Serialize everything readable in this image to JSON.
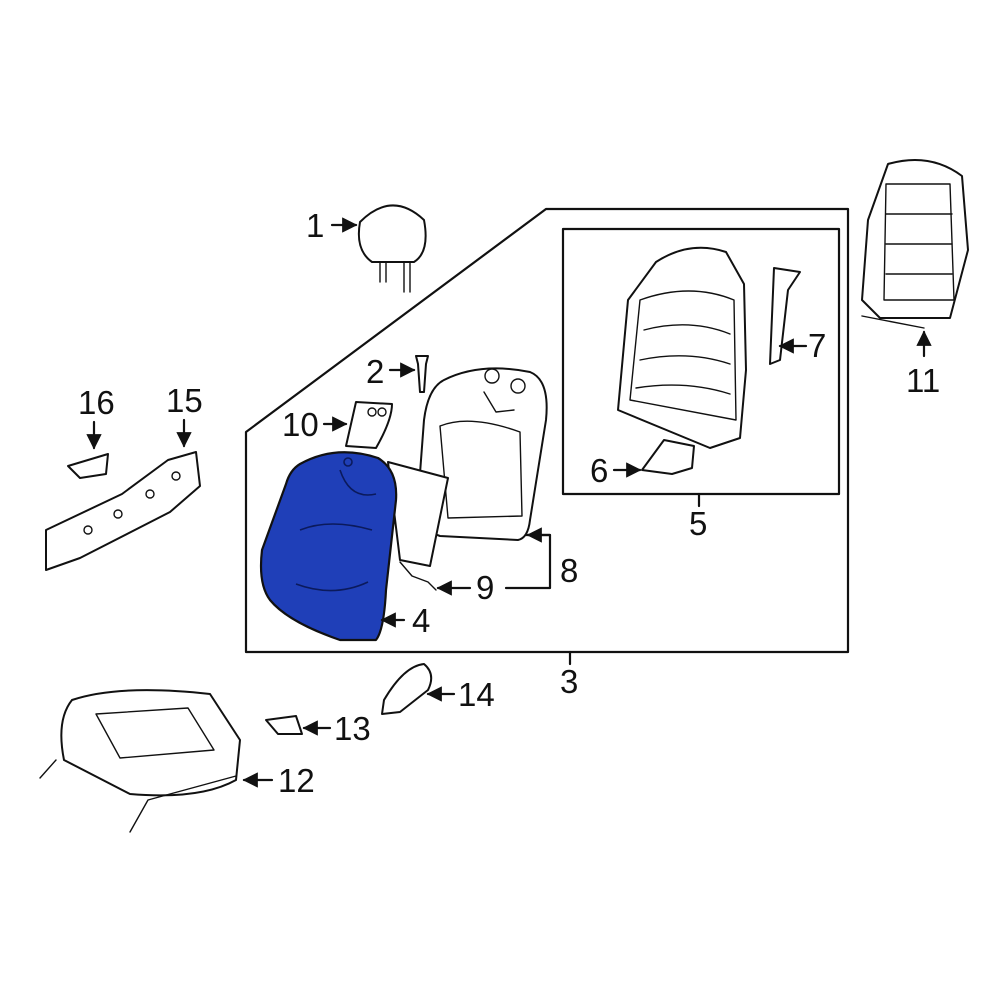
{
  "highlight_color": "#1f3fb8",
  "callouts": [
    {
      "id": "1",
      "label": "1"
    },
    {
      "id": "2",
      "label": "2"
    },
    {
      "id": "3",
      "label": "3"
    },
    {
      "id": "4",
      "label": "4"
    },
    {
      "id": "5",
      "label": "5"
    },
    {
      "id": "6",
      "label": "6"
    },
    {
      "id": "7",
      "label": "7"
    },
    {
      "id": "8",
      "label": "8"
    },
    {
      "id": "9",
      "label": "9"
    },
    {
      "id": "10",
      "label": "10"
    },
    {
      "id": "11",
      "label": "11"
    },
    {
      "id": "12",
      "label": "12"
    },
    {
      "id": "13",
      "label": "13"
    },
    {
      "id": "14",
      "label": "14"
    },
    {
      "id": "15",
      "label": "15"
    },
    {
      "id": "16",
      "label": "16"
    }
  ],
  "highlighted_part": "4"
}
